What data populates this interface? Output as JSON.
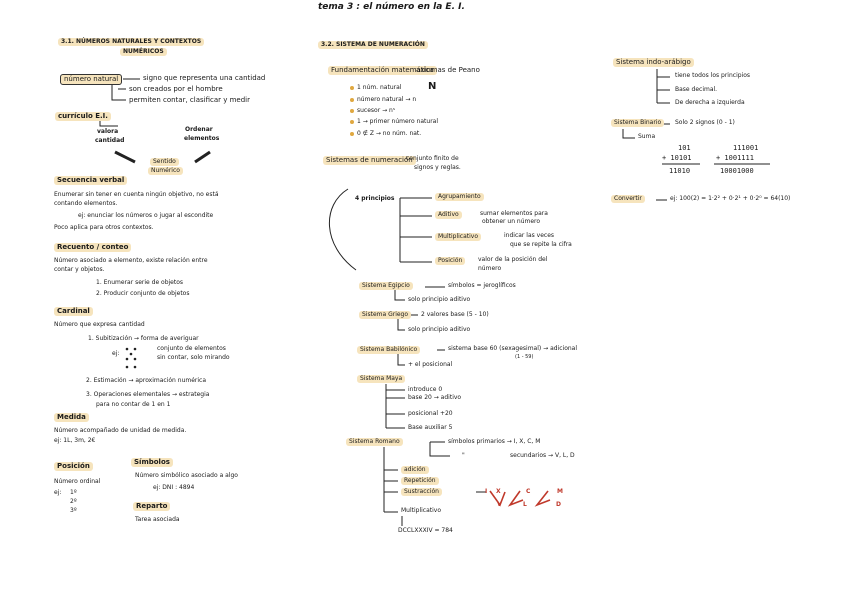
{
  "title": "tema 3 : el número en la E. I.",
  "col1": {
    "s31_title_l1": "3.1. NÚMEROS NATURALES Y CONTEXTOS",
    "s31_title_l2": "NUMÉRICOS",
    "numero_natural": "número natural",
    "nn_def": "signo que representa una cantidad",
    "nn_b1": "son creados por el hombre",
    "nn_b2": "permiten contar, clasificar y medir",
    "curriculo": "currículo E.I.",
    "valora": "valora cantidad",
    "valora_l1": "valora",
    "valora_l2": "cantidad",
    "ordenar_l1": "Ordenar",
    "ordenar_l2": "elementos",
    "sentido_l1": "Sentido",
    "sentido_l2": "Numérico",
    "secuencia": "Secuencia verbal",
    "sec_l1": "Enumerar sin tener en cuenta ningún objetivo, no está",
    "sec_l2": "contando elementos.",
    "sec_l3": "ej: enunciar los números o jugar al escondite",
    "sec_l4": "Poco aplica para otros contextos.",
    "recuento": "Recuento / conteo",
    "rec_l1": "Número asociado a elemento, existe relación entre",
    "rec_l2": "contar y objetos.",
    "rec_b1": "1. Enumerar serie de objetos",
    "rec_b2": "2. Producir conjunto de objetos",
    "cardinal": "Cardinal",
    "card_def": "Número que expresa cantidad",
    "card_b1": "1. Subitización → forma de averiguar",
    "card_b1a": "conjunto de elementos",
    "card_b1b": "sin contar, solo mirando",
    "card_ej": "ej:",
    "card_b2": "2. Estimación → aproximación numérica",
    "card_b3": "3. Operaciones elementales → estrategia",
    "card_b3a": "para no contar de 1 en 1",
    "medida": "Medida",
    "med_def": "Número acompañado de unidad de medida.",
    "med_ej": "ej: 1L, 3m, 2€",
    "posicion": "Posición",
    "pos_def": "Número ordinal",
    "pos_ej": "ej:",
    "pos_items": [
      "1º",
      "2º",
      "3º"
    ],
    "simbolos": "Símbolos",
    "sim_def": "Número simbólico asociado a algo",
    "sim_ej": "ej: DNI : 4894",
    "reparto": "Reparto",
    "rep_def": "Tarea asociada"
  },
  "col2": {
    "s32_title": "3.2. SISTEMA DE NUMERACIÓN",
    "fund": "Fundamentación matemática",
    "fund_def": "axiomas de Peano",
    "ax1": "1 núm. natural",
    "ax1_sym": "N",
    "ax2": "número natural → n",
    "ax3": "sucesor → nˢ",
    "ax4": "1 → primer número natural",
    "ax5": "0 ∉ Z → no núm. nat.",
    "sistemas": "Sistemas de numeración",
    "sist_def_l1": "conjunto finito de",
    "sist_def_l2": "signos y reglas.",
    "principios": "4 principios",
    "p1": "Agrupamiento",
    "p2": "Aditivo",
    "p2_def_l1": "sumar elementos para",
    "p2_def_l2": "obtener un número",
    "p3": "Multiplicativo",
    "p3_def_l1": "indicar las veces",
    "p3_def_l2": "que se repite la cifra",
    "p4": "Posición",
    "p4_def_l1": "valor de la posición del",
    "p4_def_l2": "número",
    "egipcio": "Sistema Egipcio",
    "eg_b1": "símbolos = jeroglíficos",
    "eg_b2": "solo principio aditivo",
    "griego": "Sistema Griego",
    "gr_b1": "2 valores base (5 - 10)",
    "gr_b2": "solo principio aditivo",
    "babilonico": "Sistema Babilónico",
    "bab_b1": "sistema base 60 (sexagesimal) → adicional",
    "bab_b1a": "(1 - 59)",
    "bab_b2": "+ el posicional",
    "maya": "Sistema Maya",
    "maya_b1": "introduce 0",
    "maya_b2": "base 20 → aditivo",
    "maya_b3": "posicional +20",
    "maya_b4": "Base auxiliar 5",
    "romano": "Sistema Romano",
    "rom_b1": "símbolos primarios → I, X, C, M",
    "rom_b1a": "\"",
    "rom_b2": "secundarios → V, L, D",
    "rom_b3": "adición",
    "rom_b4": "Repetición",
    "rom_b5": "Sustracción",
    "rom_sub": [
      "I",
      "X",
      "C",
      "V",
      "L",
      "D",
      "M"
    ],
    "rom_b6": "Multiplicativo",
    "rom_ex": "DCCLXXXIV = 784"
  },
  "col3": {
    "indo": "Sistema indo-arábigo",
    "indo_b1": "tiene todos los principios",
    "indo_b2": "Base decimal.",
    "indo_b3": "De derecha a izquierda",
    "binario": "Sistema Binario",
    "bin_def": "Solo 2 signos (0 - 1)",
    "suma": "Suma",
    "ex1_l1": "101",
    "ex1_l2": "+ 10101",
    "ex1_l3": "11010",
    "ex2_l1": "111001",
    "ex2_l2": "+ 1001111",
    "ex2_l3": "10001000",
    "convertir": "Convertir",
    "conv_def": "ej: 100(2) = 1·2² + 0·2¹ + 0·2⁰ = 64(10)"
  }
}
